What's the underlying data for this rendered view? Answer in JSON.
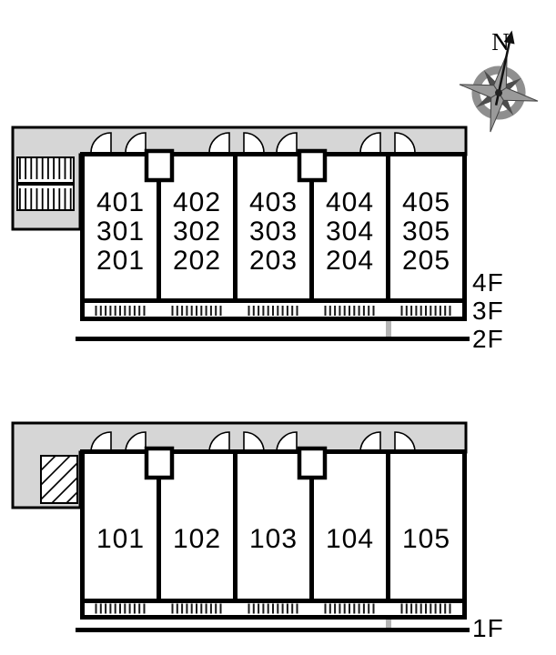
{
  "compass": {
    "label": "N"
  },
  "upper_plan": {
    "units": [
      {
        "lines": [
          "401",
          "301",
          "201"
        ]
      },
      {
        "lines": [
          "402",
          "302",
          "202"
        ]
      },
      {
        "lines": [
          "403",
          "303",
          "203"
        ]
      },
      {
        "lines": [
          "404",
          "304",
          "204"
        ]
      },
      {
        "lines": [
          "405",
          "305",
          "205"
        ]
      }
    ],
    "floor_labels": [
      "4F",
      "3F",
      "2F"
    ]
  },
  "lower_plan": {
    "units": [
      {
        "label": "101"
      },
      {
        "label": "102"
      },
      {
        "label": "103"
      },
      {
        "label": "104"
      },
      {
        "label": "105"
      }
    ],
    "floor_label": "1F"
  },
  "colors": {
    "walkway_fill": "#d6d6d6",
    "wall": "#000000",
    "compass_gray": "#8f8f8f"
  }
}
